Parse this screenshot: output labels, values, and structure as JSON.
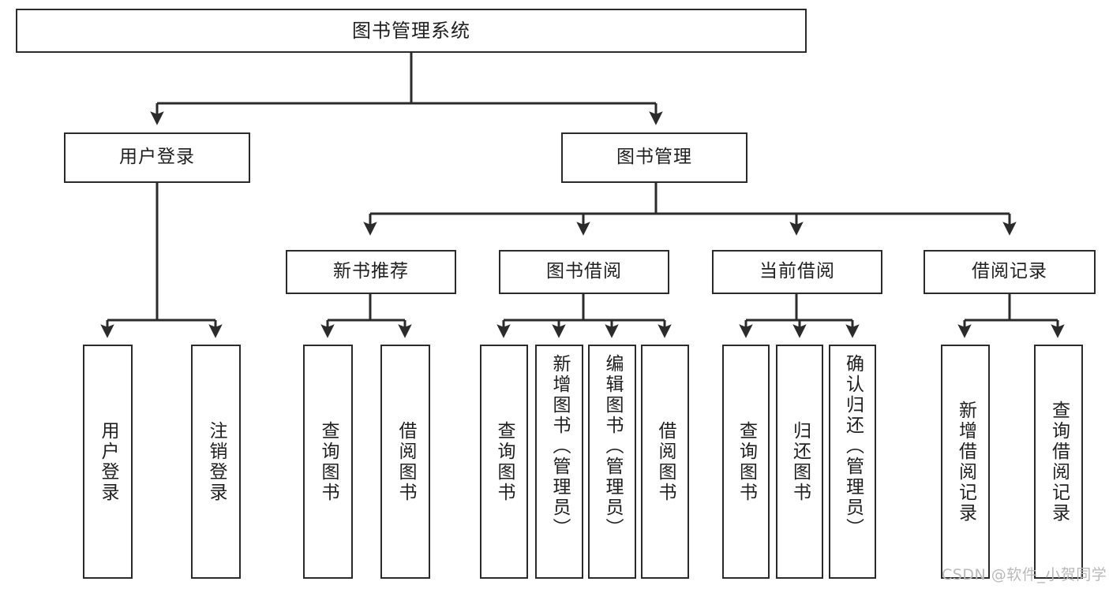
{
  "diagram": {
    "title": "图书管理系统",
    "type": "tree-hierarchy-chart",
    "orientation": "top-down",
    "colors": {
      "box_border": "#2b2b2b",
      "box_fill": "#ffffff",
      "edge": "#2b2b2b",
      "text": "#1f1f1f",
      "watermark": "#b9b9b9",
      "background": "#ffffff"
    }
  },
  "nodes": {
    "root": {
      "label": "图书管理系统"
    },
    "level2": [
      {
        "id": "user-login",
        "label": "用户登录"
      },
      {
        "id": "book-manage",
        "label": "图书管理"
      }
    ],
    "level3": [
      {
        "id": "new-book-recommend",
        "label": "新书推荐"
      },
      {
        "id": "book-borrow",
        "label": "图书借阅"
      },
      {
        "id": "current-borrow",
        "label": "当前借阅"
      },
      {
        "id": "borrow-record",
        "label": "借阅记录"
      }
    ],
    "leaves": {
      "user_login": [
        {
          "id": "leaf-user-login",
          "label": "用户登录"
        },
        {
          "id": "leaf-logout-login",
          "label": "注销登录"
        }
      ],
      "new_book_recommend": [
        {
          "id": "leaf-query-book-1",
          "label": "查询图书"
        },
        {
          "id": "leaf-borrow-book-1",
          "label": "借阅图书"
        }
      ],
      "book_borrow": [
        {
          "id": "leaf-query-book-2",
          "label": "查询图书"
        },
        {
          "id": "leaf-add-book",
          "label": "新增图书（管理员）"
        },
        {
          "id": "leaf-edit-book",
          "label": "编辑图书（管理员）"
        },
        {
          "id": "leaf-borrow-book-2",
          "label": "借阅图书"
        }
      ],
      "current_borrow": [
        {
          "id": "leaf-query-book-3",
          "label": "查询图书"
        },
        {
          "id": "leaf-return-book",
          "label": "归还图书"
        },
        {
          "id": "leaf-confirm-return",
          "label": "确认归还（管理员）"
        }
      ],
      "borrow_record": [
        {
          "id": "leaf-add-record",
          "label": "新增借阅记录"
        },
        {
          "id": "leaf-query-record",
          "label": "查询借阅记录"
        }
      ]
    }
  },
  "watermark": {
    "text": "CSDN @软件_小贺同学"
  }
}
